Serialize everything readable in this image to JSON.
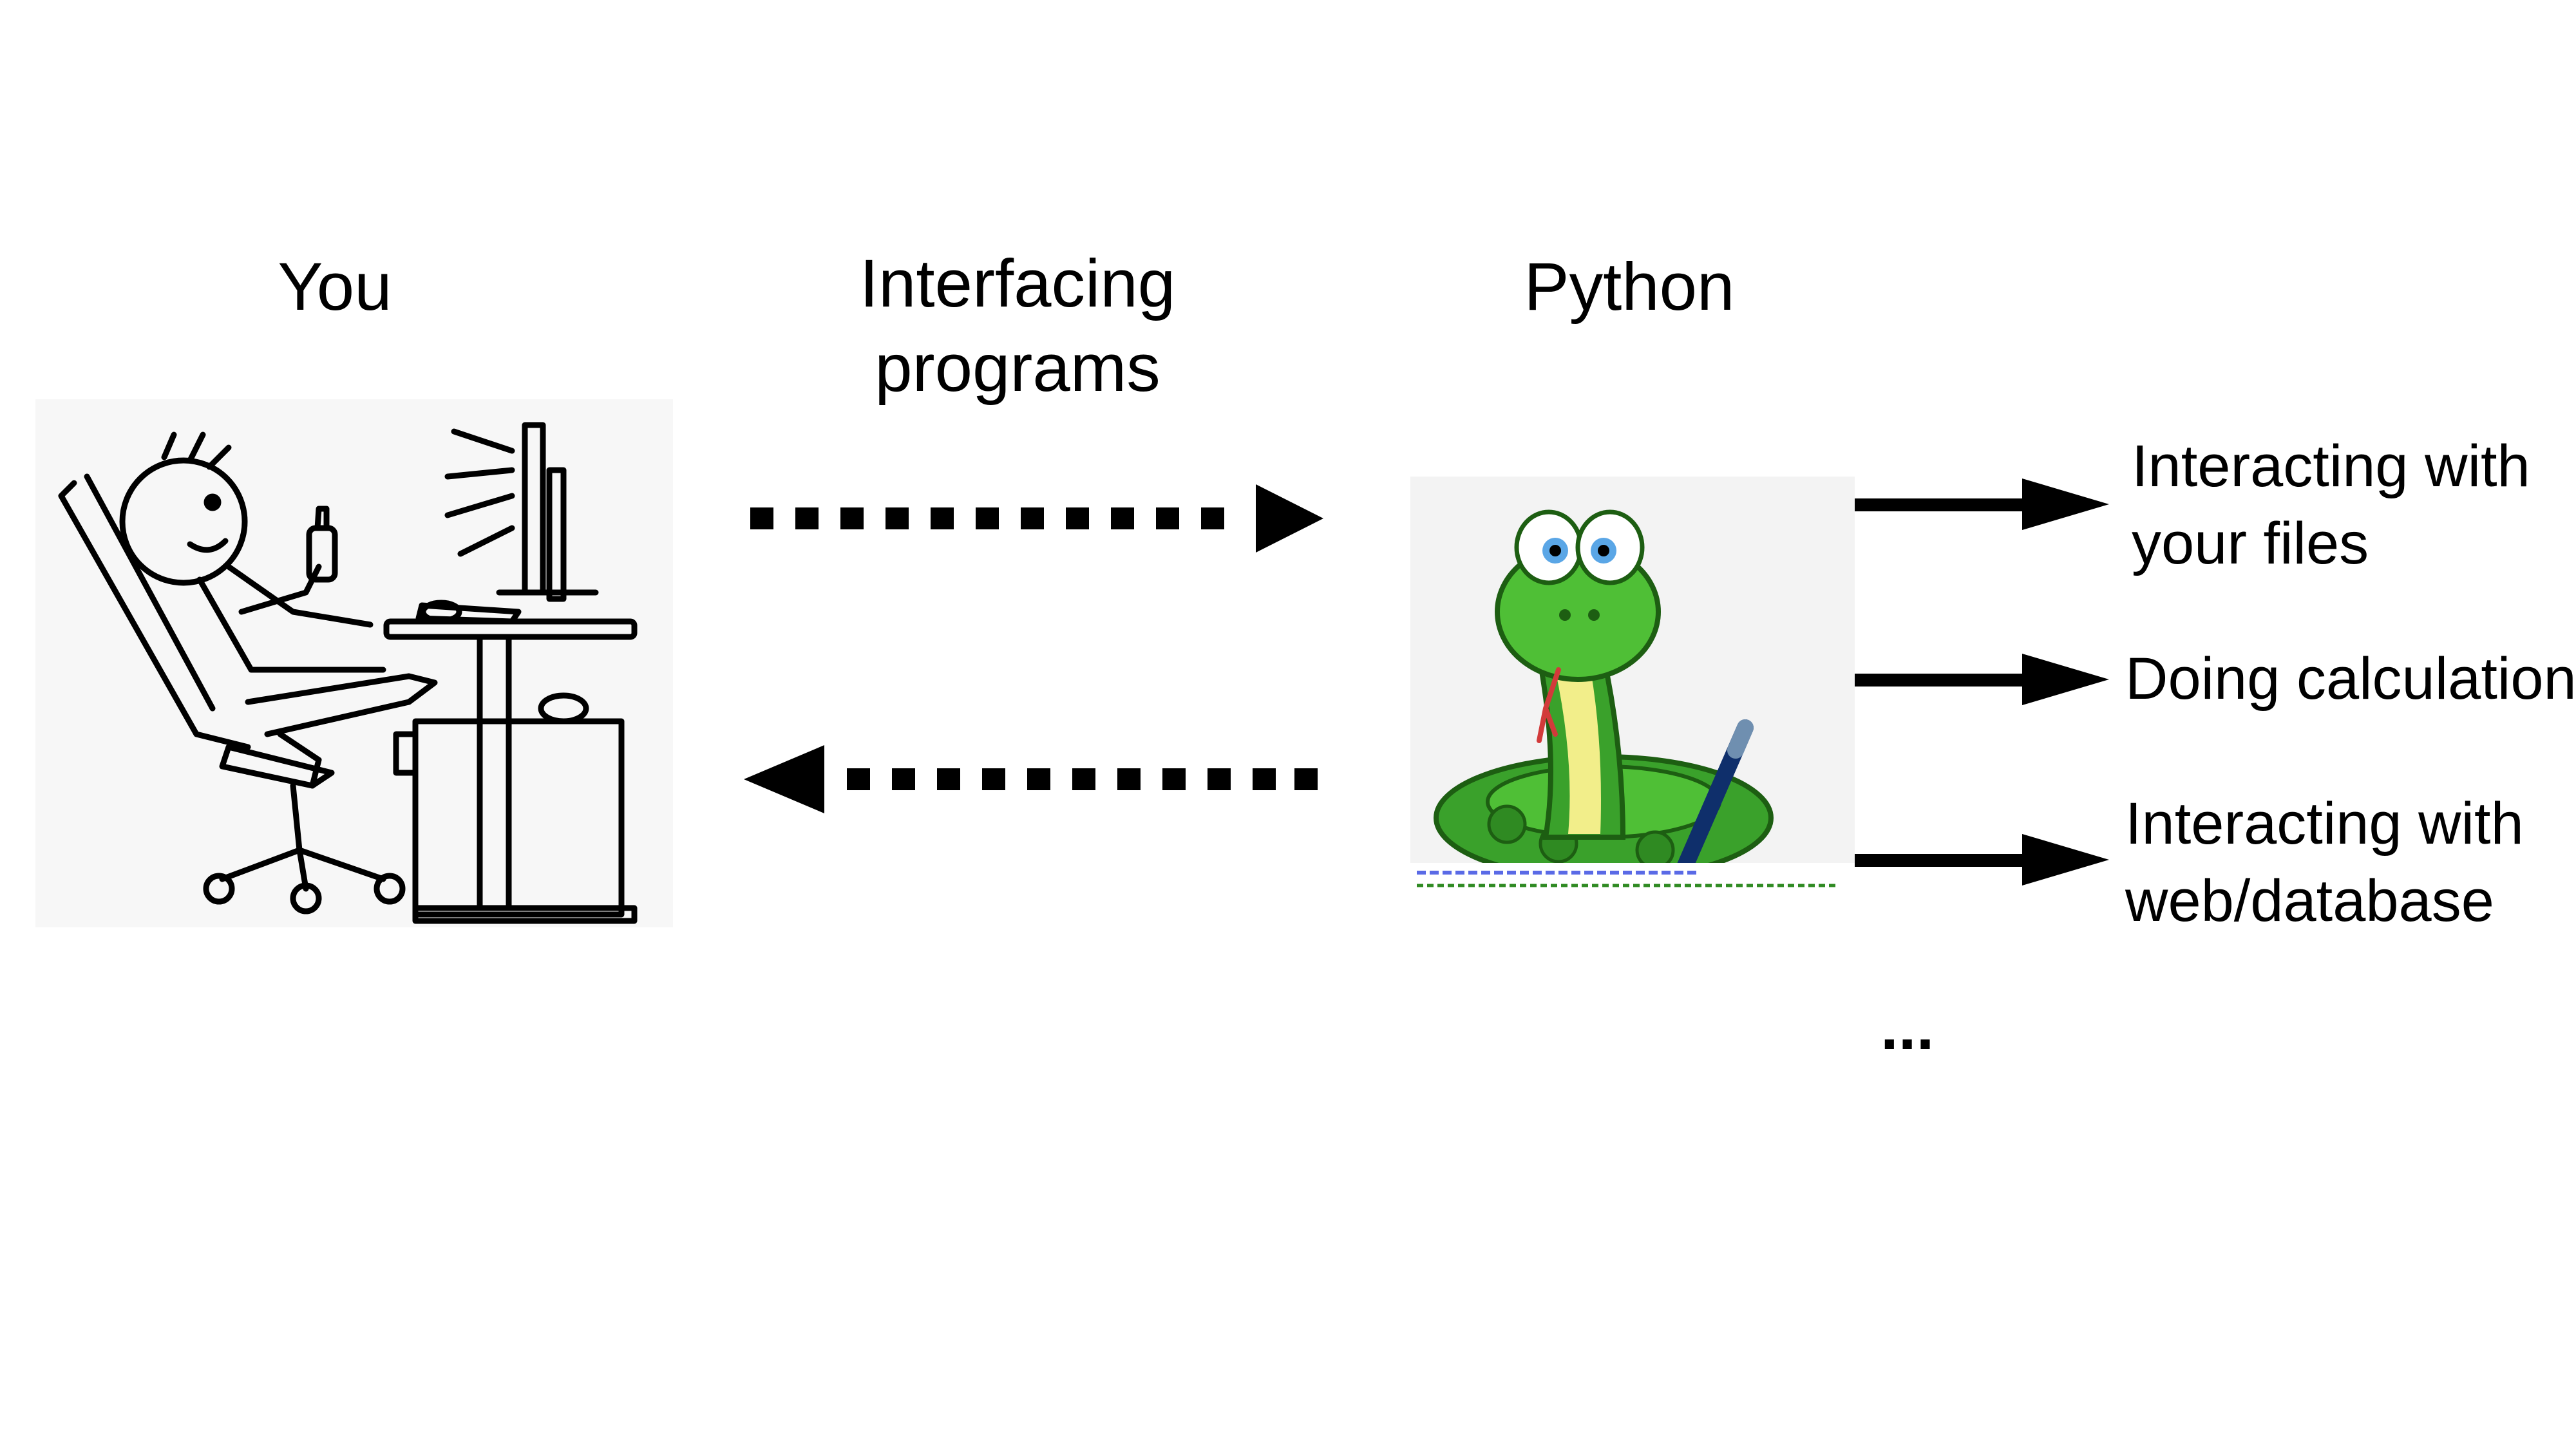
{
  "diagram": {
    "you_label": "You",
    "interfacing_label_line1": "Interfacing",
    "interfacing_label_line2": "programs",
    "python_label": "Python",
    "outputs": [
      {
        "line1": "Interacting with",
        "line2": "your files"
      },
      {
        "line1": "Doing calculation",
        "line2": ""
      },
      {
        "line1": "Interacting with",
        "line2": "web/database"
      }
    ],
    "ellipsis": "...",
    "icons": {
      "you": "person-at-computer-illustration",
      "python": "snake-mascot-illustration"
    }
  }
}
